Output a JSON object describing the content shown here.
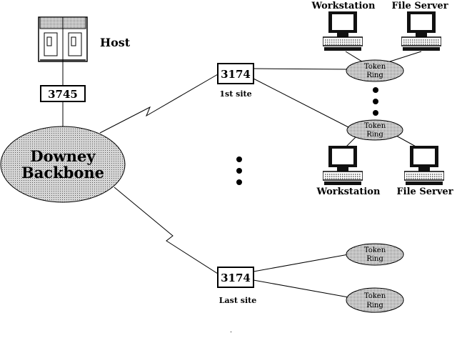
{
  "host": {
    "label": "Host"
  },
  "controller": {
    "label": "3745"
  },
  "backbone": {
    "line1": "Downey",
    "line2": "Backbone"
  },
  "site_first": {
    "box": "3174",
    "caption": "1st site"
  },
  "site_last": {
    "box": "3174",
    "caption": "Last site"
  },
  "rings": [
    {
      "line1": "Token",
      "line2": "Ring"
    },
    {
      "line1": "Token",
      "line2": "Ring"
    },
    {
      "line1": "Token",
      "line2": "Ring"
    },
    {
      "line1": "Token",
      "line2": "Ring"
    }
  ],
  "computers": [
    {
      "label": "Workstation"
    },
    {
      "label": "File Server"
    },
    {
      "label": "Workstation"
    },
    {
      "label": "File Server"
    }
  ],
  "colors": {
    "ellipse_fill": "#bdbdbd",
    "line": "#000000"
  }
}
